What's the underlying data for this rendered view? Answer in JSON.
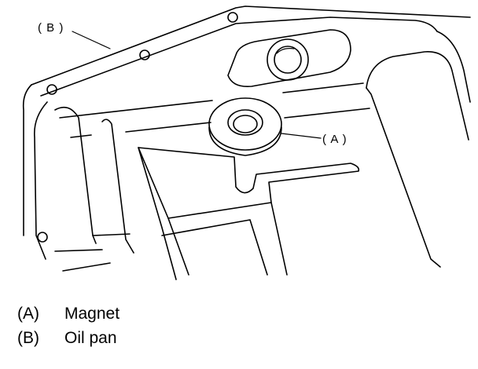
{
  "diagram": {
    "callouts": [
      {
        "id": "A",
        "label": "( A )"
      },
      {
        "id": "B",
        "label": "( B )"
      }
    ]
  },
  "legend": [
    {
      "key": "(A)",
      "text": "Magnet"
    },
    {
      "key": "(B)",
      "text": "Oil pan"
    }
  ]
}
